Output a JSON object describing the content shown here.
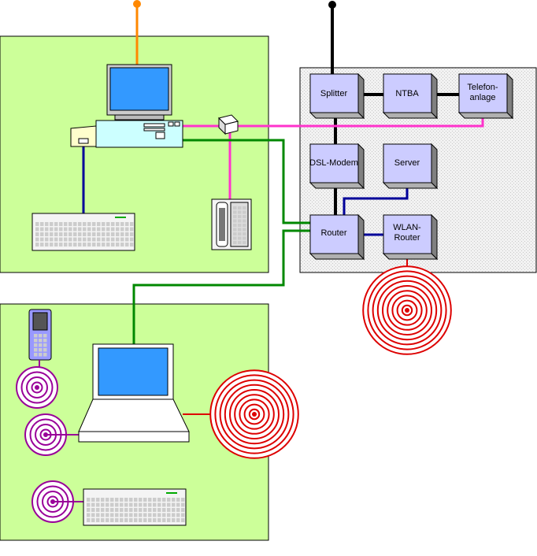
{
  "boxes": {
    "splitter": "Splitter",
    "ntba": "NTBA",
    "telefon_line1": "Telefon-",
    "telefon_line2": "anlage",
    "dsl_modem": "DSL-Modem",
    "server": "Server",
    "router": "Router",
    "wlan_line1": "WLAN-",
    "wlan_line2": "Router"
  },
  "colors": {
    "zone_fill": "#ccff99",
    "network_fill": "#eeeeee",
    "box_front": "#ccccff",
    "box_side": "#808080",
    "cable_phone": "#ff33cc",
    "cable_lan": "#008800",
    "cable_usb": "#000099",
    "cable_dsl": "#000000",
    "cable_orange": "#ff8800",
    "wlan_waves": "#dd0000",
    "bluetooth_waves": "#990099"
  },
  "icons": [
    "desktop-pc-icon",
    "keyboard-icon",
    "telephone-icon",
    "connector-box-icon",
    "laptop-icon",
    "mobile-phone-icon",
    "wlan-waves-icon",
    "bluetooth-waves-icon"
  ]
}
